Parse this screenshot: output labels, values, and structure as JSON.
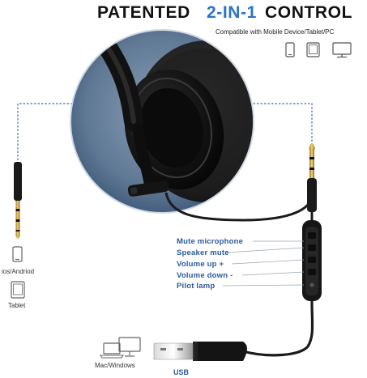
{
  "header": {
    "title_part1": "PATENTED",
    "title_part2": "2-IN-1",
    "title_part3": "CONTROL",
    "subtitle": "Compatible with Mobile Device/Tablet/PC"
  },
  "device_icons": [
    "phone-icon",
    "tablet-icon",
    "monitor-icon"
  ],
  "controls": [
    "Mute microphone",
    "Speaker mute",
    "Volume up +",
    "Volume down -",
    "Pilot lamp"
  ],
  "left_devices": {
    "phone_label": "ios/Andriod",
    "tablet_label": "Tablet"
  },
  "bottom": {
    "computer_label": "Mac/Windows",
    "connector_label": "USB"
  },
  "colors": {
    "accent_blue": "#2a73c7",
    "label_blue": "#2a5b9c",
    "headline_black": "#111111",
    "dashed_line": "#3b6fb4"
  }
}
